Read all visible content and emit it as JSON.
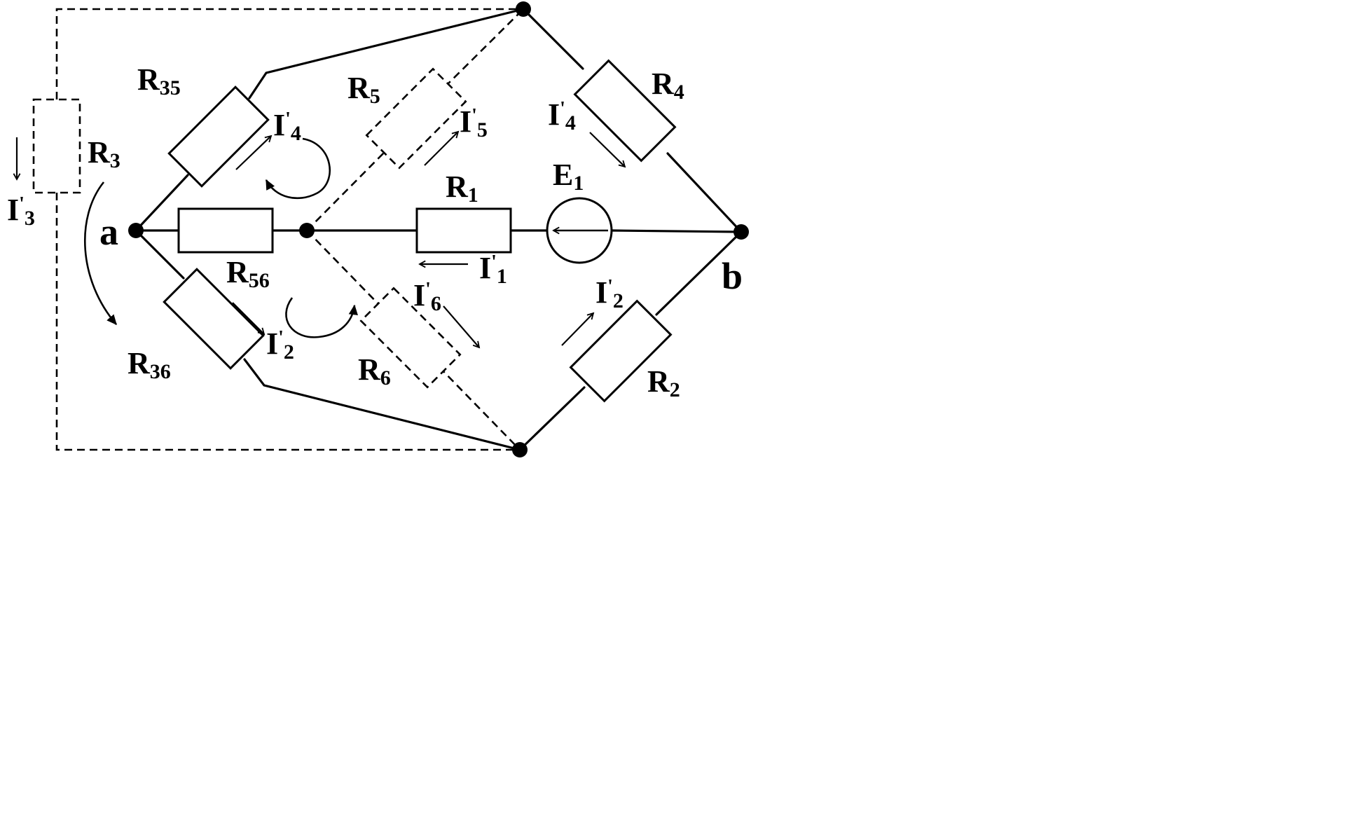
{
  "nodes": {
    "a": "a",
    "b": "b"
  },
  "resistors": {
    "R35": {
      "base": "R",
      "sub": "35"
    },
    "R36": {
      "base": "R",
      "sub": "36"
    },
    "R56": {
      "base": "R",
      "sub": "56"
    },
    "R3": {
      "base": "R",
      "sub": "3"
    },
    "R5": {
      "base": "R",
      "sub": "5"
    },
    "R6": {
      "base": "R",
      "sub": "6"
    },
    "R1": {
      "base": "R",
      "sub": "1"
    },
    "R4": {
      "base": "R",
      "sub": "4"
    },
    "R2": {
      "base": "R",
      "sub": "2"
    }
  },
  "source": {
    "base": "E",
    "sub": "1"
  },
  "currents": {
    "I3": {
      "base": "I",
      "prime": "'",
      "sub": "3"
    },
    "I4a": {
      "base": "I",
      "prime": "'",
      "sub": "4"
    },
    "I5": {
      "base": "I",
      "prime": "'",
      "sub": "5"
    },
    "I4b": {
      "base": "I",
      "prime": "'",
      "sub": "4"
    },
    "I1": {
      "base": "I",
      "prime": "'",
      "sub": "1"
    },
    "I6": {
      "base": "I",
      "prime": "'",
      "sub": "6"
    },
    "I2a": {
      "base": "I",
      "prime": "'",
      "sub": "2"
    },
    "I2b": {
      "base": "I",
      "prime": "'",
      "sub": "2"
    }
  }
}
